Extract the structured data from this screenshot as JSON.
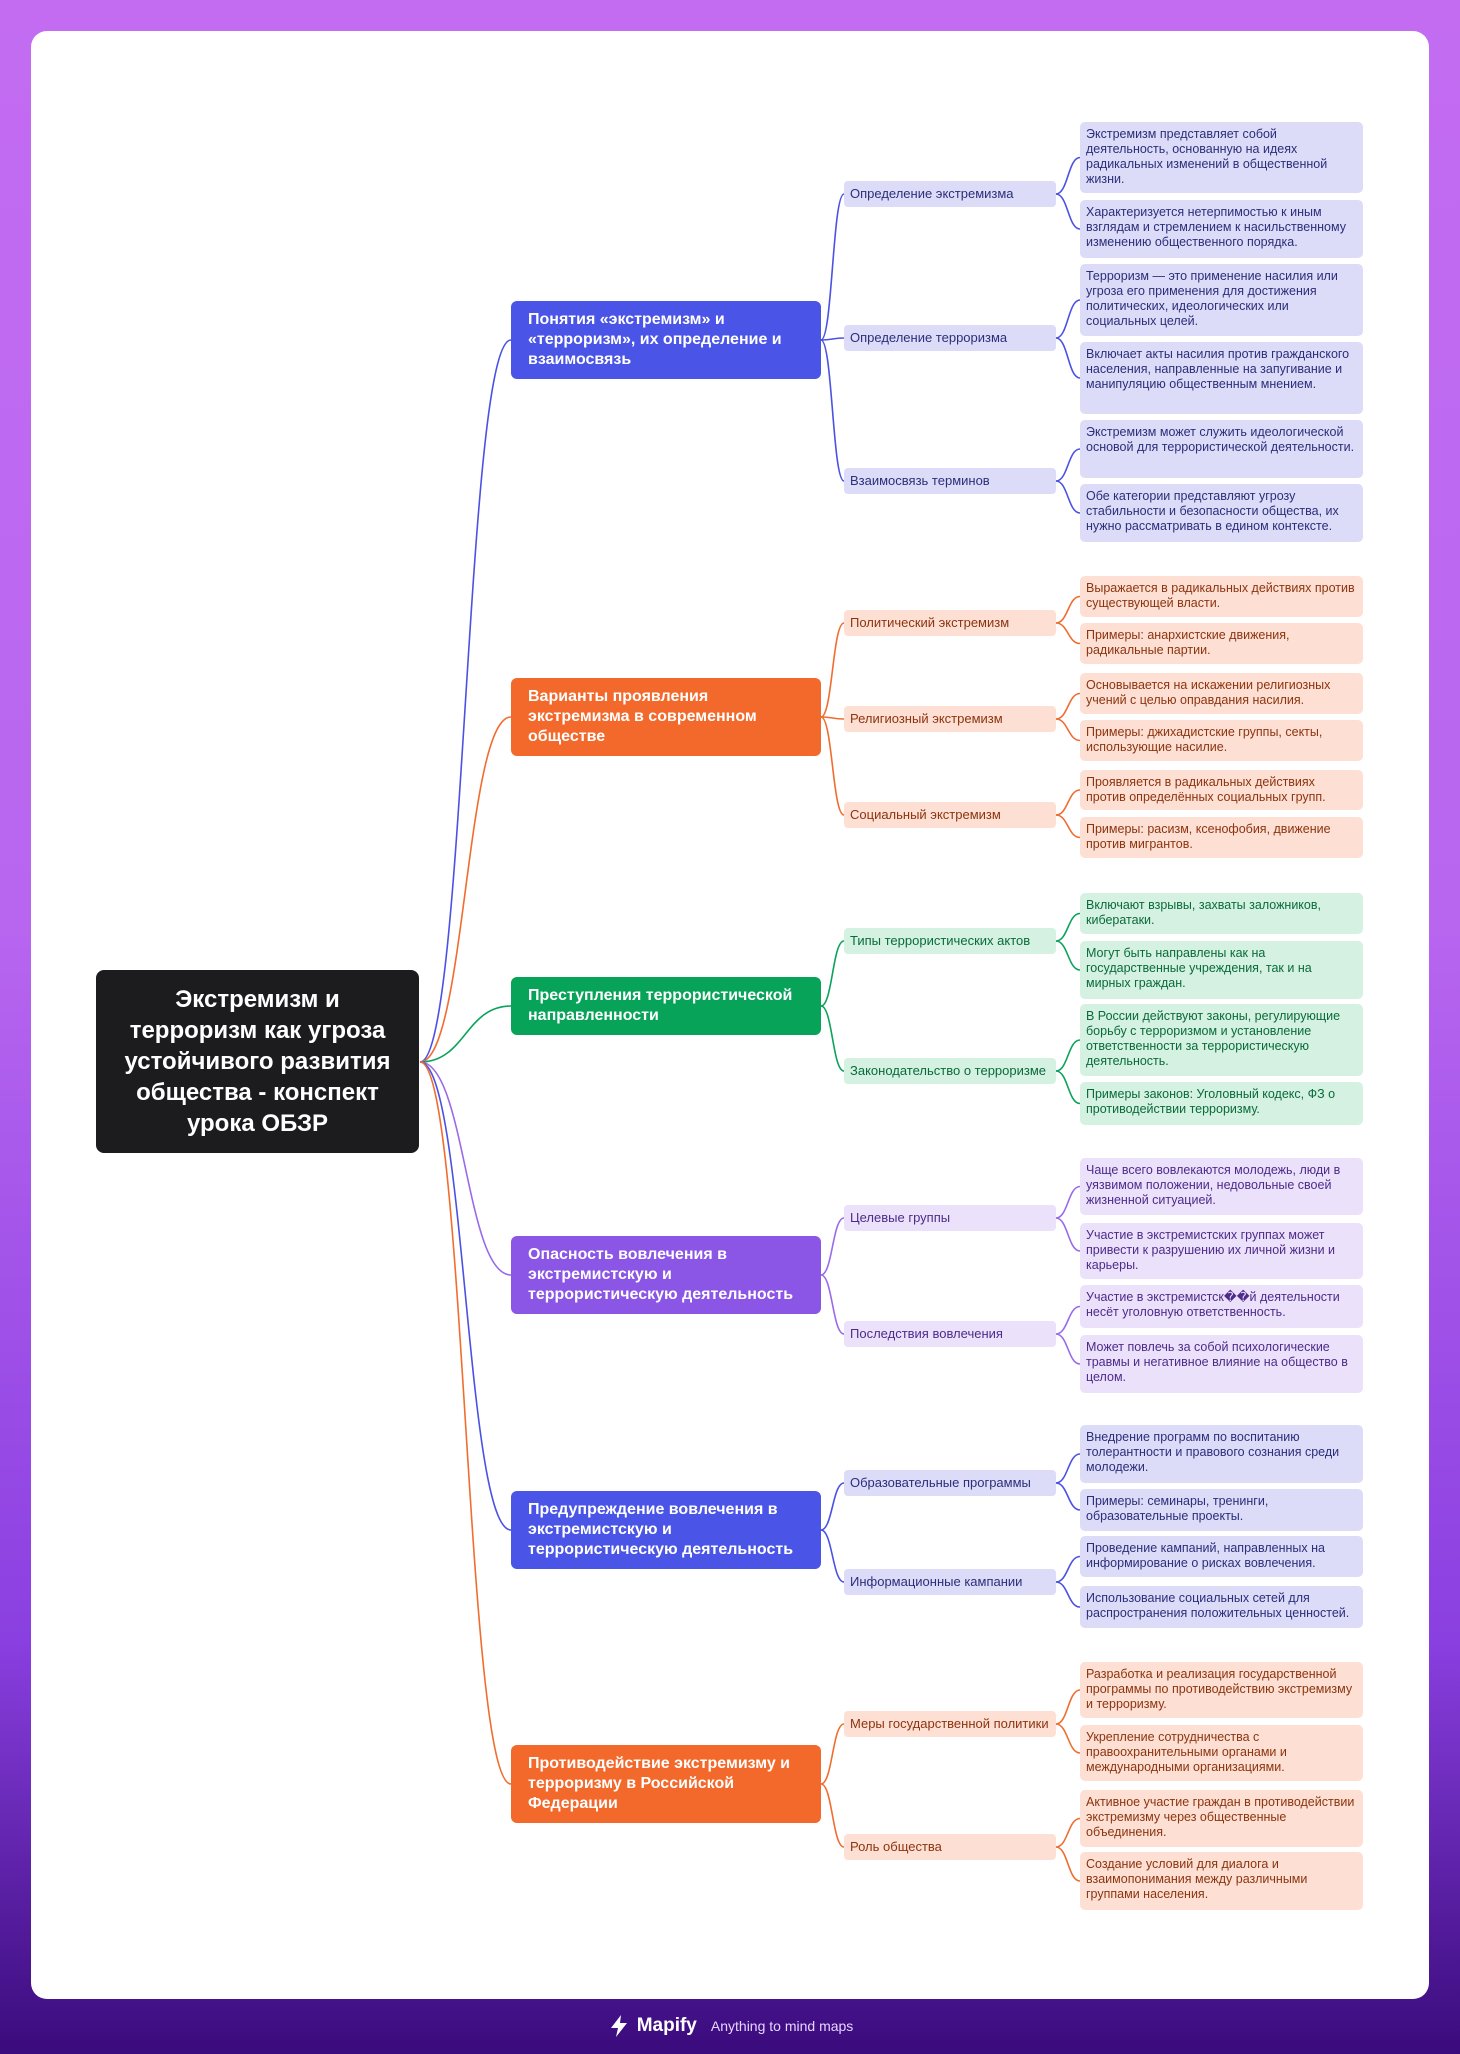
{
  "root": "Экстремизм и терроризм как угроза устойчивого развития общества - конспект урока ОБЗР",
  "palette": {
    "blue": {
      "main": "#4a55e8",
      "soft": "#dcdcf8",
      "text": "#2c2e7a",
      "line": "#4b52e3"
    },
    "orange": {
      "main": "#f3692c",
      "soft": "#fde0d3",
      "text": "#8c3410",
      "line": "#f06d2f"
    },
    "green": {
      "main": "#07a358",
      "soft": "#d4f1e2",
      "text": "#0a6b3a",
      "line": "#0ba25b"
    },
    "purple": {
      "main": "#8b56e5",
      "soft": "#ece1fb",
      "text": "#4d2b8a",
      "line": "#9a6ae8"
    }
  },
  "branches": [
    {
      "label": "Понятия «экстремизм» и «терроризм», их определение и взаимосвязь",
      "color": "blue",
      "subs": [
        {
          "label": "Определение экстремизма",
          "leaves": [
            "Экстремизм представляет собой деятельность, основанную на идеях радикальных изменений в общественной жизни.",
            "Характеризуется нетерпимостью к иным взглядам и стремлением к насильственному изменению общественного порядка."
          ]
        },
        {
          "label": "Определение терроризма",
          "leaves": [
            "Терроризм — это применение насилия или угроза его применения для достижения политических, идеологических или социальных целей.",
            "Включает акты насилия против гражданского населения, направленные на запугивание и манипуляцию общественным мнением."
          ]
        },
        {
          "label": "Взаимосвязь терминов",
          "leaves": [
            "Экстремизм может служить идеологической основой для террористической деятельности.",
            "Обе категории представляют угрозу стабильности и безопасности общества, их нужно рассматривать в едином контексте."
          ]
        }
      ]
    },
    {
      "label": "Варианты проявления экстремизма в современном обществе",
      "color": "orange",
      "subs": [
        {
          "label": "Политический экстремизм",
          "leaves": [
            "Выражается в радикальных действиях против существующей власти.",
            "Примеры: анархистские движения, радикальные партии."
          ]
        },
        {
          "label": "Религиозный экстремизм",
          "leaves": [
            "Основывается на искажении религиозных учений с целью оправдания насилия.",
            "Примеры: джихадистские группы, секты, использующие насилие."
          ]
        },
        {
          "label": "Социальный экстремизм",
          "leaves": [
            "Проявляется в радикальных действиях против определённых социальных групп.",
            "Примеры: расизм, ксенофобия, движение против мигрантов."
          ]
        }
      ]
    },
    {
      "label": "Преступления террористической направленности",
      "color": "green",
      "subs": [
        {
          "label": "Типы террористических актов",
          "leaves": [
            "Включают взрывы, захваты заложников, кибератаки.",
            "Могут быть направлены как на государственные учреждения, так и на мирных граждан."
          ]
        },
        {
          "label": "Законодательство о терроризме",
          "leaves": [
            "В России действуют законы, регулирующие борьбу с терроризмом и установление ответственности за террористическую деятельность.",
            "Примеры законов: Уголовный кодекс, ФЗ о противодействии терроризму."
          ]
        }
      ]
    },
    {
      "label": "Опасность вовлечения в экстремистскую и террористическую деятельность",
      "color": "purple",
      "subs": [
        {
          "label": "Целевые группы",
          "leaves": [
            "Чаще всего вовлекаются молодежь, люди в уязвимом положении, недовольные своей жизненной ситуацией.",
            "Участие в экстремистских группах может привести к разрушению их личной жизни и карьеры."
          ]
        },
        {
          "label": "Последствия вовлечения",
          "leaves": [
            "Участие в экстремистск��й деятельности несёт уголовную ответственность.",
            "Может повлечь за собой психологические травмы и негативное влияние на общество в целом."
          ]
        }
      ]
    },
    {
      "label": "Предупреждение вовлечения в экстремистскую и террористическую деятельность",
      "color": "blue",
      "subs": [
        {
          "label": "Образовательные программы",
          "leaves": [
            "Внедрение программ по воспитанию толерантности и правового сознания среди молодежи.",
            "Примеры: семинары, тренинги, образовательные проекты."
          ]
        },
        {
          "label": "Информационные кампании",
          "leaves": [
            "Проведение кампаний, направленных на информирование о рисках вовлечения.",
            "Использование социальных сетей для распространения положительных ценностей."
          ]
        }
      ]
    },
    {
      "label": "Противодействие экстремизму и терроризму в Российской Федерации",
      "color": "orange",
      "subs": [
        {
          "label": "Меры государственной политики",
          "leaves": [
            "Разработка и реализация государственной программы по противодействию экстремизму и терроризму.",
            "Укрепление сотрудничества с правоохранительными органами и международными организациями."
          ]
        },
        {
          "label": "Роль общества",
          "leaves": [
            "Активное участие граждан в противодействии экстремизму через общественные объединения.",
            "Создание условий для диалога и взаимопонимания между различными группами населения."
          ]
        }
      ]
    }
  ],
  "footer": {
    "brand": "Mapify",
    "tagline": "Anything to mind maps",
    "logo_icon": "mapify-logo-icon"
  }
}
